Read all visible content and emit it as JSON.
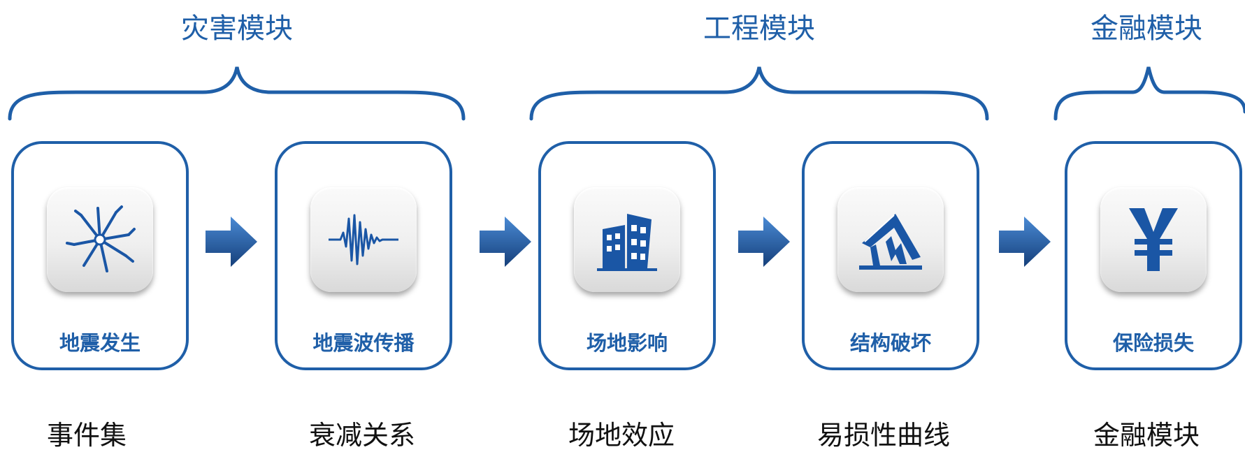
{
  "modules": [
    {
      "title": "灾害模块"
    },
    {
      "title": "工程模块"
    },
    {
      "title": "金融模块"
    }
  ],
  "steps": [
    {
      "label": "地震发生",
      "icon": "crack-icon",
      "bottom": "事件集"
    },
    {
      "label": "地震波传播",
      "icon": "seismic-wave-icon",
      "bottom": "衰减关系"
    },
    {
      "label": "场地影响",
      "icon": "collapsing-building-icon",
      "bottom": "场地效应"
    },
    {
      "label": "结构破坏",
      "icon": "damaged-structure-icon",
      "bottom": "易损性曲线"
    },
    {
      "label": "保险损失",
      "icon": "yen-icon",
      "bottom": "金融模块"
    }
  ],
  "colors": {
    "accent": "#1f5fa8",
    "icon": "#1a56a5"
  }
}
